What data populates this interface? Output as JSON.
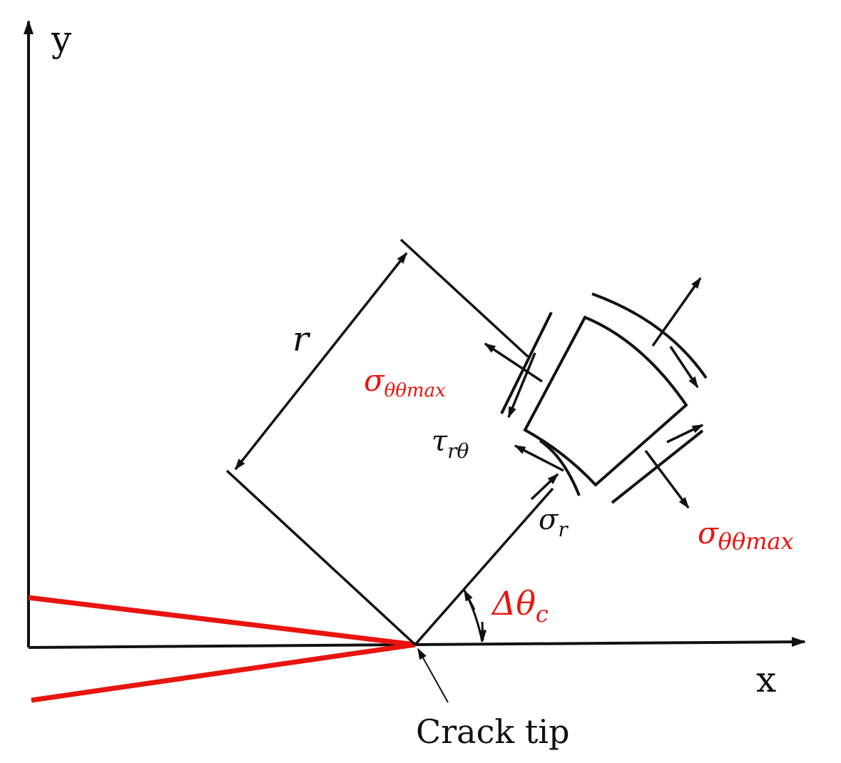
{
  "axes": {
    "x_label": "x",
    "y_label": "y"
  },
  "crack_tip_label": "Crack tip",
  "radius_label": "r",
  "stress_labels": {
    "sigma_theta_max_upper": {
      "main": "σ",
      "sub": "θθmax"
    },
    "sigma_theta_max_lower": {
      "main": "σ",
      "sub": "θθmax"
    },
    "tau_r_theta": {
      "main": "τ",
      "sub": "rθ"
    },
    "sigma_r": {
      "main": "σ",
      "sub": "r"
    }
  },
  "angle_label": {
    "main": "Δθ",
    "sub": "c"
  },
  "colors": {
    "ink": "#111111",
    "highlight": "#e8150f"
  }
}
